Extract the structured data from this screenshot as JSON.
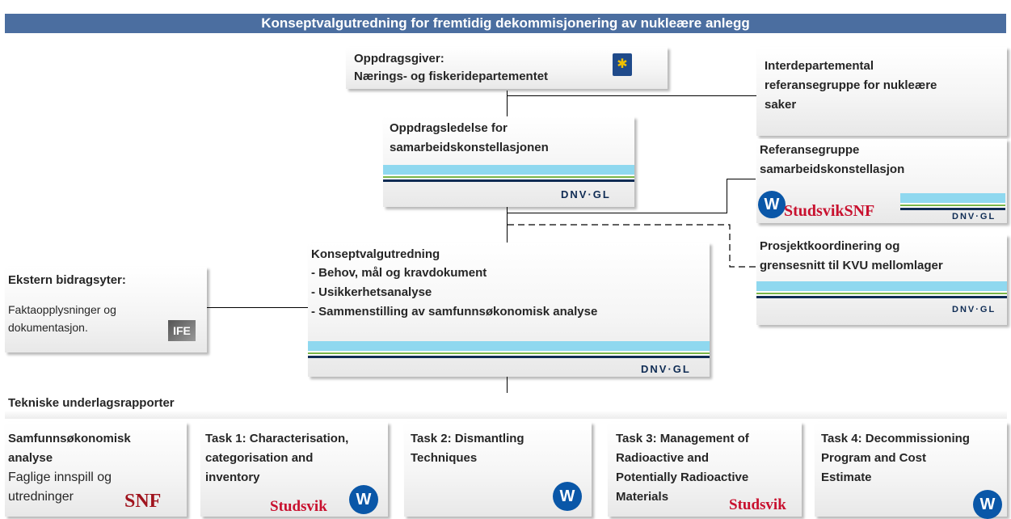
{
  "title": "Konseptvalgutredning for fremtidig dekommisjonering av nukleære anlegg",
  "oppdragsgiver": {
    "line1": "Oppdragsgiver:",
    "line2": "Nærings- og fiskeridepartementet",
    "emblem": "✱"
  },
  "interdep": {
    "line1": "Interdepartemental",
    "line2": "referansegruppe for nukleære",
    "line3": "saker"
  },
  "ledelse": {
    "line1": "Oppdragsledelse for",
    "line2": "samarbeidskonstellasjonen"
  },
  "referanse": {
    "line1": "Referansegruppe",
    "line2": "samarbeidskonstellasjon"
  },
  "koordinering": {
    "line1": "Prosjektkoordinering og",
    "line2": "grensesnitt til KVU mellomlager"
  },
  "kvu": {
    "title": "Konseptvalgutredning",
    "items": [
      "- Behov, mål og kravdokument",
      "- Usikkerhetsanalyse",
      "- Sammenstilling av samfunnsøkonomisk analyse"
    ]
  },
  "ekstern": {
    "title": "Ekstern bidragsyter:",
    "line1": "Faktaopplysninger og",
    "line2": "dokumentasjon.",
    "logo": "IFE"
  },
  "section_label": "Tekniske underlagsrapporter",
  "tasks": [
    {
      "l1": "Samfunnsøkonomisk",
      "l2": "analyse",
      "n1": "Faglige innspill og",
      "n2": "utredninger"
    },
    {
      "l1": "Task 1: Characterisation,",
      "l2": "categorisation and",
      "l3": "inventory"
    },
    {
      "l1": "Task 2:  Dismantling",
      "l2": "Techniques"
    },
    {
      "l1": "Task 3: Management of",
      "l2": "Radioactive and",
      "l3": "Potentially Radioactive",
      "l4": "Materials"
    },
    {
      "l1": "Task 4: Decommissioning",
      "l2": "Program and Cost",
      "l3": "Estimate"
    }
  ],
  "logos": {
    "dnv": "DNV·GL",
    "studsvik": "Studsvik",
    "studsvik_snf": "StudsvikSNF",
    "snf": "SNF",
    "w": "W"
  },
  "colors": {
    "banner": "#4b6ea0",
    "stripe_cyan": "#8fd8ef",
    "stripe_green": "#7ab648",
    "stripe_navy": "#0f2c54",
    "westinghouse": "#0a57a8",
    "studsvik_red": "#c8102e"
  }
}
